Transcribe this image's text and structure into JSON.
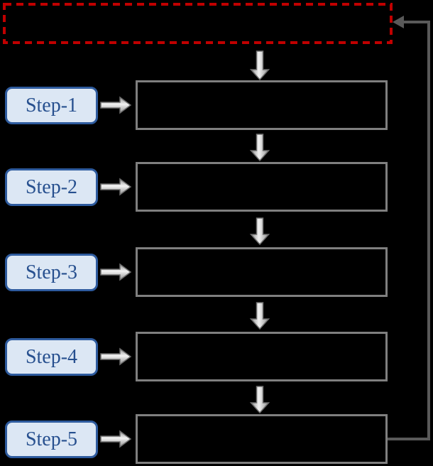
{
  "steps": [
    {
      "label": "Step-1"
    },
    {
      "label": "Step-2"
    },
    {
      "label": "Step-3"
    },
    {
      "label": "Step-4"
    },
    {
      "label": "Step-5"
    }
  ],
  "process_boxes": [
    {
      "text": ""
    },
    {
      "text": ""
    },
    {
      "text": ""
    },
    {
      "text": ""
    },
    {
      "text": ""
    }
  ],
  "start_box": {
    "text": ""
  },
  "colors": {
    "background": "#000000",
    "process_box_border": "#7F7F7F",
    "connector_line": "#595959",
    "start_box_border": "#C00000",
    "step_label_fill": "#DCE7F4",
    "step_label_border": "#2E5B9E",
    "step_label_text": "#27508F",
    "arrow_outline": "#6E6E6E",
    "arrow_fill_light": "#F2F2F2",
    "arrow_fill_dark": "#8E8E8E"
  },
  "icons": {
    "down_arrow": "block-arrow-down",
    "right_arrow": "block-arrow-right",
    "feedback_arrowhead": "arrowhead-left"
  }
}
